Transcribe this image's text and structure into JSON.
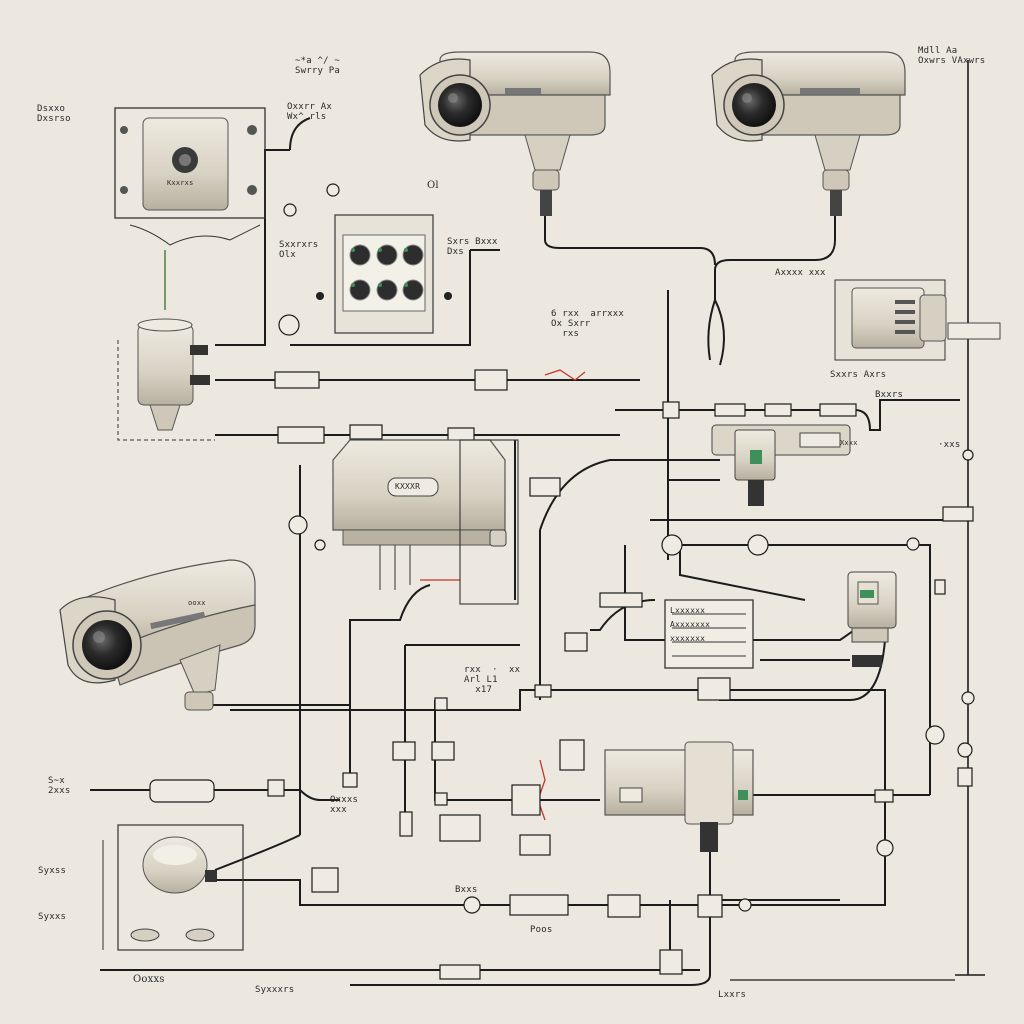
{
  "diagram": {
    "colors": {
      "paper": "#ece8df",
      "wire": "#1c1c1c",
      "device_body": "#dcd6c8",
      "device_shade": "#b9b2a2",
      "lens": "#2e2e2e",
      "accent_red": "#c0392b",
      "indicator_green": "#3f8f5a"
    },
    "labels": {
      "top_left_a": "Dsxxo\nDxsrso",
      "top_left_b": "~*a ^/ ~\nSwrry Pa",
      "top_mid": "Oxxrr Ax\nWx^ rls",
      "top_right": "Mdll Aa\nOxwrs VAxwrs",
      "switch_label": "Ol",
      "mid_a": "Sxrs Bxxx\nDxs",
      "mid_b": "Sxxrxrs\nOlx",
      "mid_c": "6 rxx  arrxxx\nOx Sxrr\n  rxs",
      "bottom_left_a": "S~x\n2xxs",
      "bottom_left_b": "Syxss",
      "bottom_left_c": "Syxxs",
      "bottom_mid_a": "Bxxs",
      "bottom_mid_b": "Poos",
      "bottom_code": "Ooxxs",
      "bottom_code2": "Syxxxrs",
      "bottom_right": "Lxxrs",
      "mid_d": "rxx  ·  xx\nArl L1\n  x17",
      "mid_e": "Oxxxs\nxxx",
      "right_a": "Axxxx xxx",
      "right_b": "Bxxrs",
      "right_c": "·xxs",
      "right_d": "Sxxrs Axrs"
    },
    "device_badges": {
      "hub": "KXXXR",
      "controller": "Kxxrxs",
      "junction": "ooxx",
      "relay": "Xxxx",
      "panel": "Lxxxxxx\nAxxxxxxx\nxxxxxxx"
    }
  }
}
